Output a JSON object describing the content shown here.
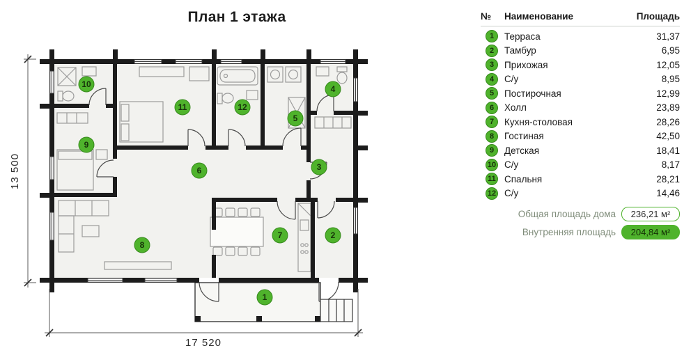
{
  "title": "План 1 этажа",
  "plan": {
    "dim_height": "13 500",
    "dim_width": "17 520"
  },
  "legend": {
    "headers": {
      "num": "№",
      "name": "Наименование",
      "area": "Площадь"
    },
    "rows": [
      {
        "num": "1",
        "name": "Терраса",
        "area": "31,37"
      },
      {
        "num": "2",
        "name": "Тамбур",
        "area": "6,95"
      },
      {
        "num": "3",
        "name": "Прихожая",
        "area": "12,05"
      },
      {
        "num": "4",
        "name": "С/у",
        "area": "8,95"
      },
      {
        "num": "5",
        "name": "Постирочная",
        "area": "12,99"
      },
      {
        "num": "6",
        "name": "Холл",
        "area": "23,89"
      },
      {
        "num": "7",
        "name": "Кухня-столовая",
        "area": "28,26"
      },
      {
        "num": "8",
        "name": "Гостиная",
        "area": "42,50"
      },
      {
        "num": "9",
        "name": "Детская",
        "area": "18,41"
      },
      {
        "num": "10",
        "name": "С/у",
        "area": "8,17"
      },
      {
        "num": "11",
        "name": "Спальня",
        "area": "28,21"
      },
      {
        "num": "12",
        "name": "С/у",
        "area": "14,46"
      }
    ],
    "totals": [
      {
        "label": "Общая площадь дома",
        "value": "236,21 м²"
      },
      {
        "label": "Внутренняя площадь",
        "value": "204,84 м²"
      }
    ]
  },
  "colors": {
    "accent_green": "#4fb32c",
    "accent_dark": "#378a1d",
    "wall_black": "#1c1c1c"
  }
}
